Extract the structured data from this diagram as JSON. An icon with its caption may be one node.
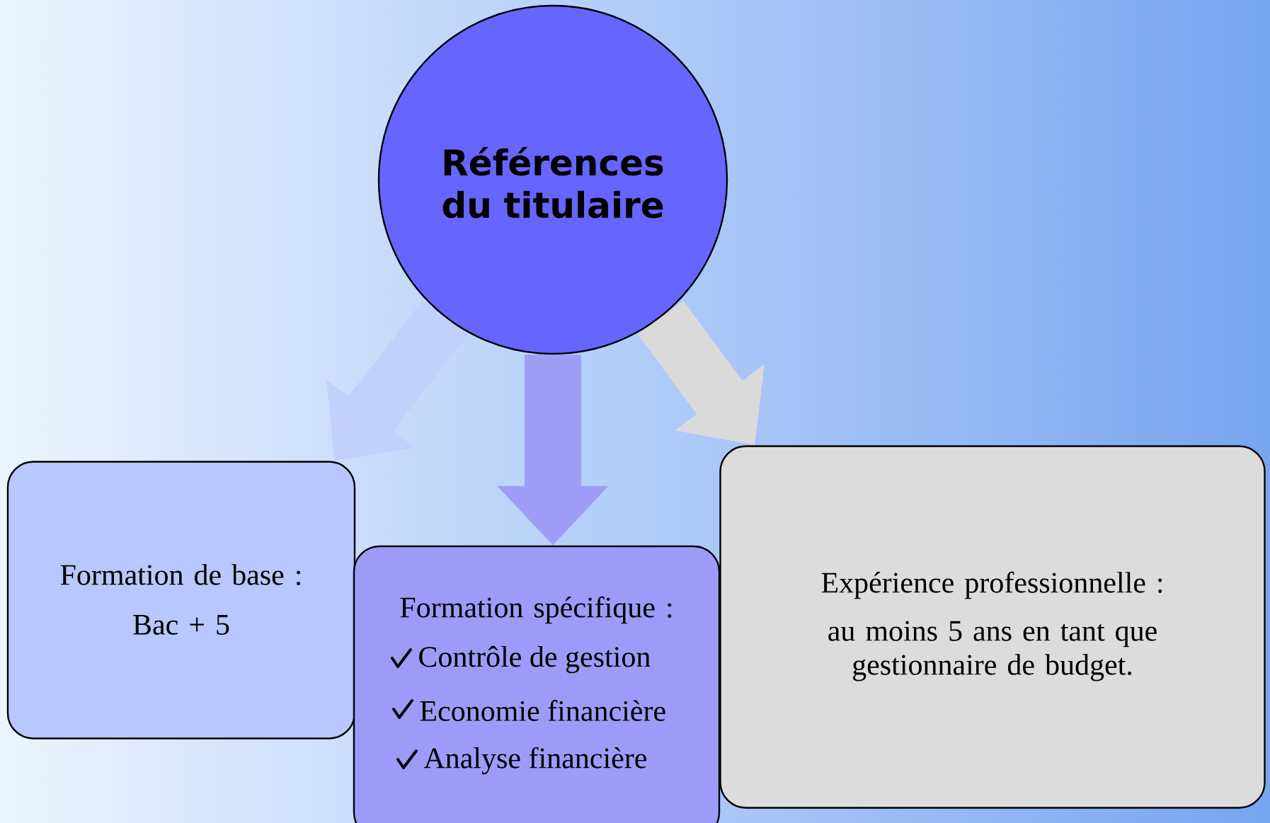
{
  "diagram": {
    "nodes": [
      {
        "text": [
          "Références du titulaire"
        ]
      },
      {
        "text": [
          "Formation de base :",
          "Bac + 5"
        ]
      },
      {
        "text": [
          "Formation spécifique :",
          "Contrôle de gestion",
          "Economie financière",
          "Analyse financière"
        ]
      },
      {
        "text": [
          "Expérience professionnelle :",
          "au moins 5 ans en tant que gestionnaire de budget."
        ]
      }
    ],
    "edges": [
      {
        "from": 0,
        "to": 1,
        "arrow": "to",
        "color": "#c2d0fc"
      },
      {
        "from": 0,
        "to": 2,
        "arrow": "to",
        "color": "#9e9ef6"
      },
      {
        "from": 0,
        "to": 3,
        "arrow": "to",
        "color": "#dadada"
      }
    ]
  }
}
